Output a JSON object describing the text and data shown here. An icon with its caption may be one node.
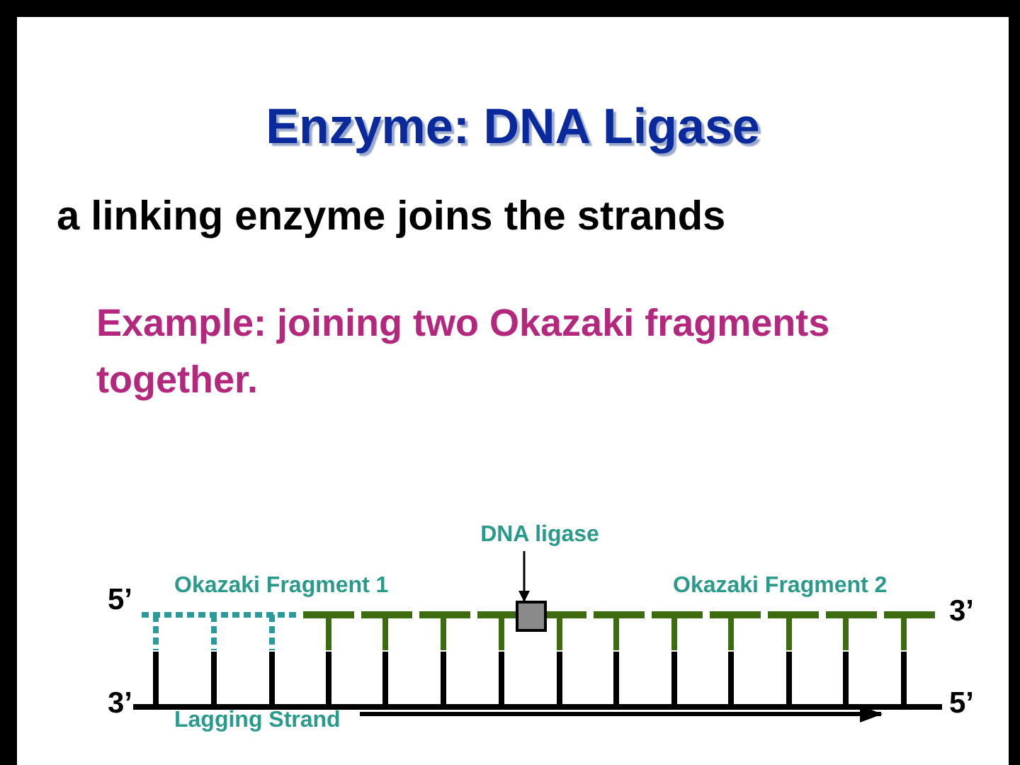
{
  "diagram": {
    "title": "Enzyme: DNA Ligase",
    "nodes": [
      {
        "text": [
          "DNA ligase"
        ]
      },
      {
        "text": [],
        "shape": "box"
      }
    ],
    "edges": [
      {
        "from": 0,
        "to": 1,
        "arrow": "to"
      }
    ],
    "labels": [
      "a linking enzyme joins the strands",
      "Example:  joining two Okazaki fragments together.",
      "5’",
      "Okazaki Fragment 1",
      "Okazaki Fragment 2",
      "3’",
      "3’",
      "5’",
      "Lagging Strand"
    ]
  }
}
